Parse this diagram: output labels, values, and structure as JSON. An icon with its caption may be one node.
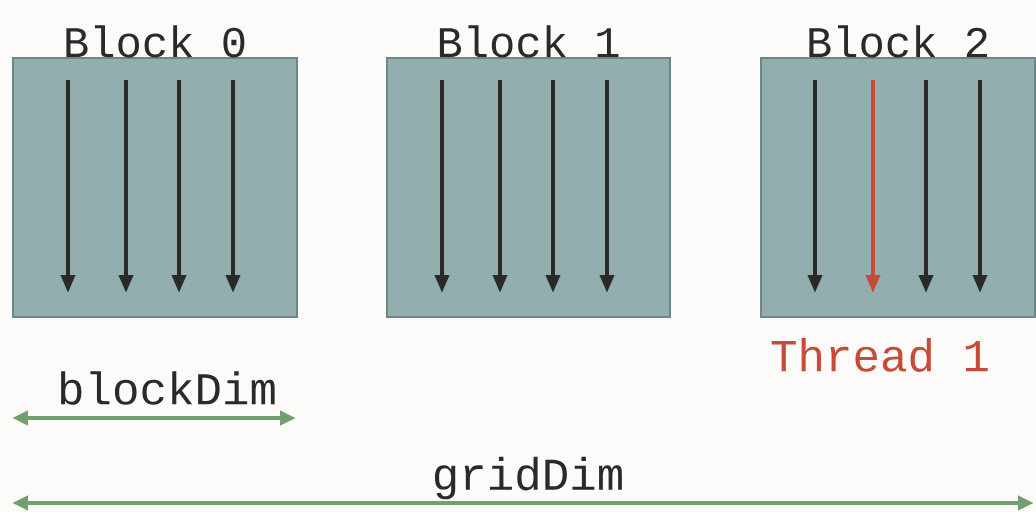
{
  "diagram": {
    "nodes": [
      {
        "text": [
          "Block 0"
        ]
      },
      {
        "text": [
          "Block 1"
        ]
      },
      {
        "text": [
          "Block 2"
        ]
      }
    ],
    "labels": [
      "Thread 1",
      "blockDim",
      "gridDim"
    ]
  }
}
